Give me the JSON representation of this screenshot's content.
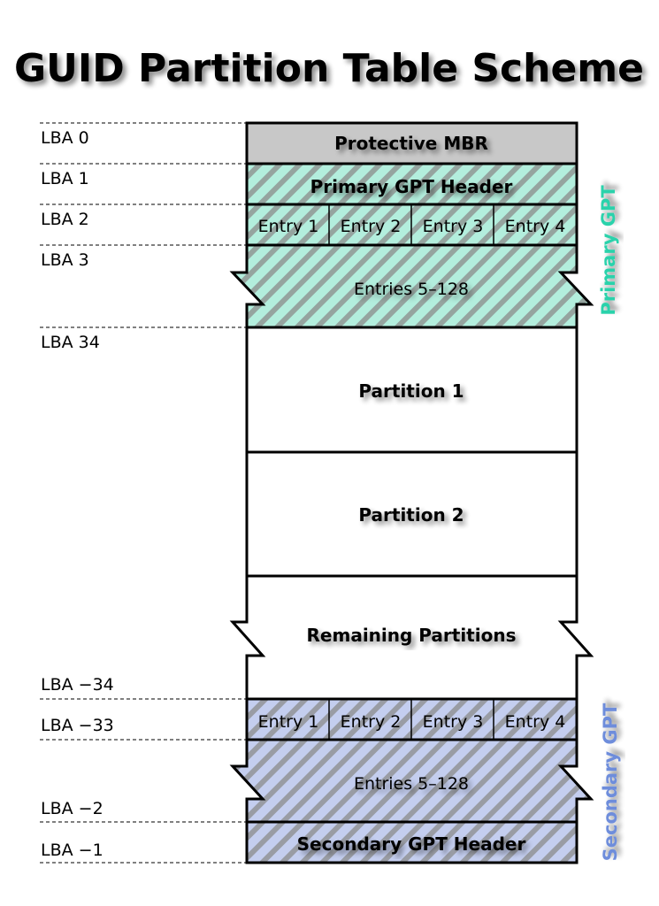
{
  "title": "GUID Partition Table Scheme",
  "lba_labels": [
    "LBA 0",
    "LBA 1",
    "LBA 2",
    "LBA 3",
    "LBA 34",
    "LBA −34",
    "LBA −33",
    "LBA −2",
    "LBA −1"
  ],
  "primary": {
    "mbr": "Protective MBR",
    "header": "Primary GPT Header",
    "entries": [
      "Entry 1",
      "Entry 2",
      "Entry 3",
      "Entry 4"
    ],
    "more_entries": "Entries 5–128",
    "side_label": "Primary GPT"
  },
  "partitions": [
    "Partition 1",
    "Partition 2"
  ],
  "remaining": "Remaining Partitions",
  "secondary": {
    "entries": [
      "Entry 1",
      "Entry 2",
      "Entry 3",
      "Entry 4"
    ],
    "more_entries": "Entries 5–128",
    "header": "Secondary GPT Header",
    "side_label": "Secondary GPT"
  },
  "colors": {
    "mbr_fill": "#c8c8c8",
    "primary_fill": "#b3eedd",
    "secondary_fill": "#c4ceef",
    "primary_label": "#2cd2ab",
    "secondary_label": "#6e8ddb",
    "stripe": "#8a8a8a"
  }
}
